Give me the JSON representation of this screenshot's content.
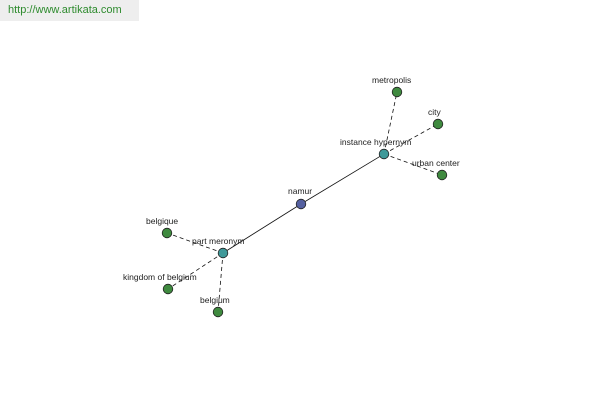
{
  "header": {
    "url_text": "http://www.artikata.com"
  },
  "colors": {
    "center_node": "#5560a0",
    "relation_node": "#3f9999",
    "leaf_node": "#3f8a3f",
    "header_text": "#2e8b2e",
    "header_bg": "#eeeeee"
  },
  "graph": {
    "center": {
      "id": "namur",
      "label": "namur"
    },
    "relations": [
      {
        "id": "rel-instance-hypernym",
        "label": "instance hypernym"
      },
      {
        "id": "rel-part-meronym",
        "label": "part meronym"
      }
    ],
    "leaves": [
      {
        "id": "leaf-metropolis",
        "label": "metropolis",
        "relation": "rel-instance-hypernym"
      },
      {
        "id": "leaf-city",
        "label": "city",
        "relation": "rel-instance-hypernym"
      },
      {
        "id": "leaf-urban-center",
        "label": "urban center",
        "relation": "rel-instance-hypernym"
      },
      {
        "id": "leaf-belgique",
        "label": "belgique",
        "relation": "rel-part-meronym"
      },
      {
        "id": "leaf-kingdom-of-belgium",
        "label": "kingdom of belgium",
        "relation": "rel-part-meronym"
      },
      {
        "id": "leaf-belgium",
        "label": "belgium",
        "relation": "rel-part-meronym"
      }
    ]
  }
}
